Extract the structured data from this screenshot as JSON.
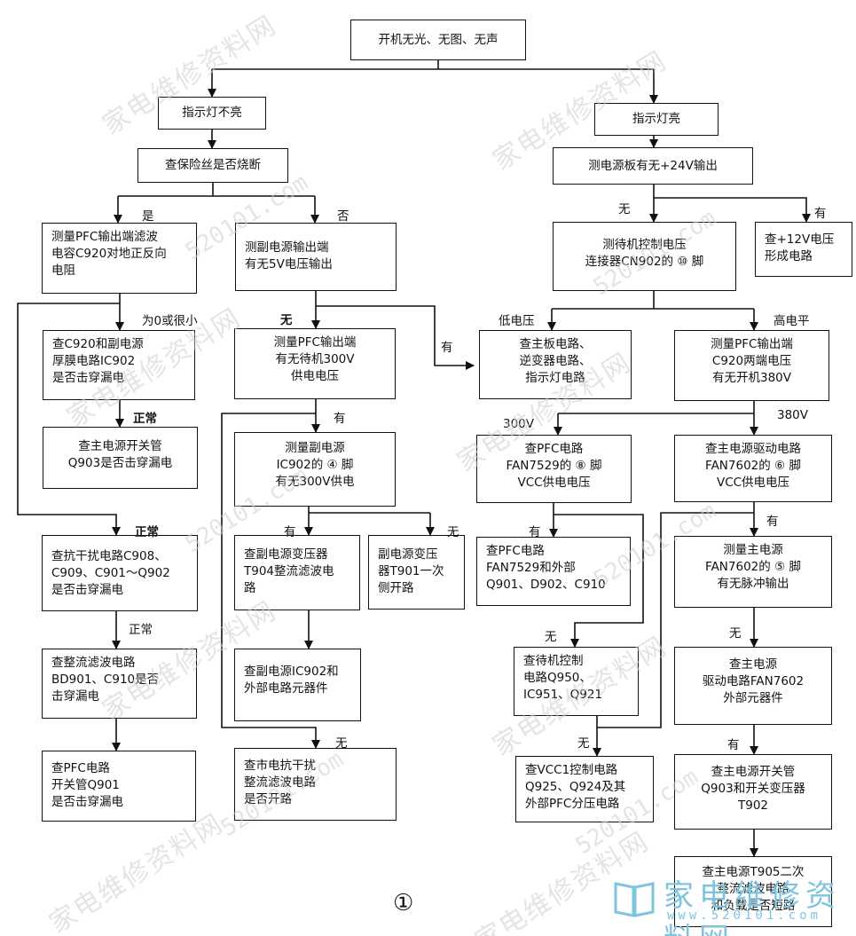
{
  "nodes": [
    {
      "id": "start",
      "text": "开机无光、无图、无声"
    },
    {
      "id": "l1",
      "text": "指示灯不亮"
    },
    {
      "id": "r1",
      "text": "指示灯亮"
    },
    {
      "id": "l2",
      "text": "查保险丝是否烧断"
    },
    {
      "id": "r2",
      "text": "测电源板有无+24V输出"
    },
    {
      "id": "a1",
      "text": "测量PFC输出端滤波\n电容C920对地正反向\n电阻"
    },
    {
      "id": "b1",
      "text": "测副电源输出端\n有无5V电压输出"
    },
    {
      "id": "c1",
      "text": "测待机控制电压\n连接器CN902的 ⑩ 脚"
    },
    {
      "id": "d1",
      "text": "查+12V电压\n形成电路"
    },
    {
      "id": "a2",
      "text": "查C920和副电源\n厚膜电路IC902\n是否击穿漏电"
    },
    {
      "id": "b2",
      "text": "测量PFC输出端\n有无待机300V\n供电电压"
    },
    {
      "id": "c2",
      "text": "查主板电路、\n逆变器电路、\n指示灯电路"
    },
    {
      "id": "d2",
      "text": "测量PFC输出端\nC920两端电压\n有无开机380V"
    },
    {
      "id": "a3",
      "text": "查主电源开关管\nQ903是否击穿漏电"
    },
    {
      "id": "b3",
      "text": "测量副电源\nIC902的 ④ 脚\n有无300V供电"
    },
    {
      "id": "c3",
      "text": "查PFC电路\nFAN7529的 ⑧ 脚\nVCC供电电压"
    },
    {
      "id": "d3",
      "text": "查主电源驱动电路\nFAN7602的 ⑥ 脚\nVCC供电电压"
    },
    {
      "id": "a4",
      "text": "查抗干扰电路C908、\nC909、C901～Q902\n是否击穿漏电"
    },
    {
      "id": "b4",
      "text": "查副电源变压器\nT904整流滤波电\n路"
    },
    {
      "id": "b4r",
      "text": "副电源变压\n器T901一次\n侧开路"
    },
    {
      "id": "c4",
      "text": "查PFC电路\nFAN7529和外部\nQ901、D902、C910"
    },
    {
      "id": "d4",
      "text": "测量主电源\nFAN7602的 ⑤ 脚\n有无脉冲输出"
    },
    {
      "id": "a5",
      "text": "查整流滤波电路\nBD901、C910是否\n击穿漏电"
    },
    {
      "id": "b5",
      "text": "查副电源IC902和\n外部电路元器件"
    },
    {
      "id": "c5",
      "text": "查待机控制\n电路Q950、\nIC951、Q921"
    },
    {
      "id": "d5",
      "text": "查主电源\n驱动电路FAN7602\n外部元器件"
    },
    {
      "id": "a6",
      "text": "查PFC电路\n开关管Q901\n是否击穿漏电"
    },
    {
      "id": "b6",
      "text": "查市电抗干扰\n整流滤波电路\n是否开路"
    },
    {
      "id": "c6",
      "text": "查VCC1控制电路\nQ925、Q924及其\n外部PFC分压电路"
    },
    {
      "id": "d6",
      "text": "查主电源开关管\nQ903和开关变压器\nT902"
    },
    {
      "id": "d7",
      "text": "查主电源T905二次\n整流滤波电路\n和负载是否短路"
    }
  ],
  "labels": {
    "yes": "是",
    "no": "否",
    "zero": "为0或很小",
    "normal1": "正常",
    "normal2": "正常",
    "normal3": "正常",
    "none_b": "无",
    "have_b": "有",
    "have_b3": "有",
    "have_b4": "有",
    "none_b4": "无",
    "none_b6": "无",
    "none_r": "无",
    "have_r": "有",
    "low": "低电压",
    "high": "高电平",
    "v300": "300V",
    "v380": "380V",
    "have_c4": "有",
    "none_c5": "无",
    "none_c6": "无",
    "have_d4": "有",
    "none_d5": "无",
    "have_d6": "有"
  },
  "figure_number": "①",
  "watermark": {
    "site_cn": "家电维修资料网",
    "site_num": "520101.com"
  },
  "logo": {
    "cn": "家电维修资料网",
    "url": "www.520101.com"
  }
}
